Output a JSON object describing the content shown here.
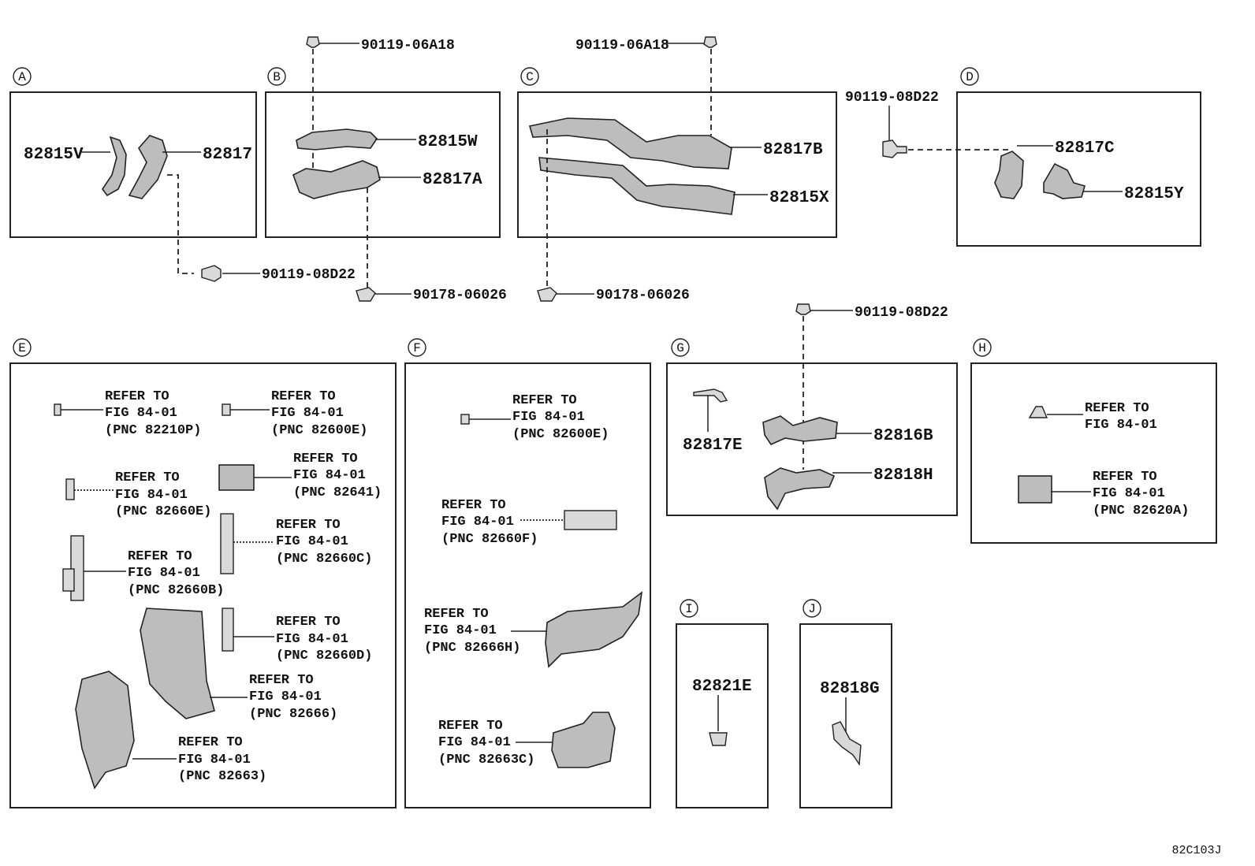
{
  "diagram_id": "82C103J",
  "sections": [
    {
      "id": "A",
      "parts": [
        "82815V",
        "82817"
      ]
    },
    {
      "id": "B",
      "parts": [
        "82815W",
        "82817A"
      ]
    },
    {
      "id": "C",
      "parts": [
        "82817B",
        "82815X"
      ]
    },
    {
      "id": "D",
      "parts": [
        "82817C",
        "82815Y"
      ]
    },
    {
      "id": "E",
      "refs": [
        {
          "l1": "REFER TO",
          "l2": "FIG 84-01",
          "l3": "(PNC 82210P)"
        },
        {
          "l1": "REFER TO",
          "l2": "FIG 84-01",
          "l3": "(PNC 82600E)"
        },
        {
          "l1": "REFER TO",
          "l2": "FIG 84-01",
          "l3": "(PNC 82660E)"
        },
        {
          "l1": "REFER TO",
          "l2": "FIG 84-01",
          "l3": "(PNC 82641)"
        },
        {
          "l1": "REFER TO",
          "l2": "FIG 84-01",
          "l3": "(PNC 82660C)"
        },
        {
          "l1": "REFER TO",
          "l2": "FIG 84-01",
          "l3": "(PNC 82660B)"
        },
        {
          "l1": "REFER TO",
          "l2": "FIG 84-01",
          "l3": "(PNC 82660D)"
        },
        {
          "l1": "REFER TO",
          "l2": "FIG 84-01",
          "l3": "(PNC 82666)"
        },
        {
          "l1": "REFER TO",
          "l2": "FIG 84-01",
          "l3": "(PNC 82663)"
        }
      ]
    },
    {
      "id": "F",
      "refs": [
        {
          "l1": "REFER TO",
          "l2": "FIG 84-01",
          "l3": "(PNC 82600E)"
        },
        {
          "l1": "REFER TO",
          "l2": "FIG 84-01",
          "l3": "(PNC 82660F)"
        },
        {
          "l1": "REFER TO",
          "l2": "FIG 84-01",
          "l3": "(PNC 82666H)"
        },
        {
          "l1": "REFER TO",
          "l2": "FIG 84-01",
          "l3": "(PNC 82663C)"
        }
      ]
    },
    {
      "id": "G",
      "parts": [
        "82817E",
        "82816B",
        "82818H"
      ]
    },
    {
      "id": "H",
      "refs": [
        {
          "l1": "REFER TO",
          "l2": "FIG 84-01"
        },
        {
          "l1": "REFER TO",
          "l2": "FIG 84-01",
          "l3": "(PNC 82620A)"
        }
      ]
    },
    {
      "id": "I",
      "parts": [
        "82821E"
      ]
    },
    {
      "id": "J",
      "parts": [
        "82818G"
      ]
    }
  ],
  "fasteners": {
    "b_top": "90119-06A18",
    "c_top": "90119-06A18",
    "d_side": "90119-08D22",
    "a_bottom": "90119-08D22",
    "b_bottom": "90178-06026",
    "c_bottom": "90178-06026",
    "g_top": "90119-08D22"
  }
}
